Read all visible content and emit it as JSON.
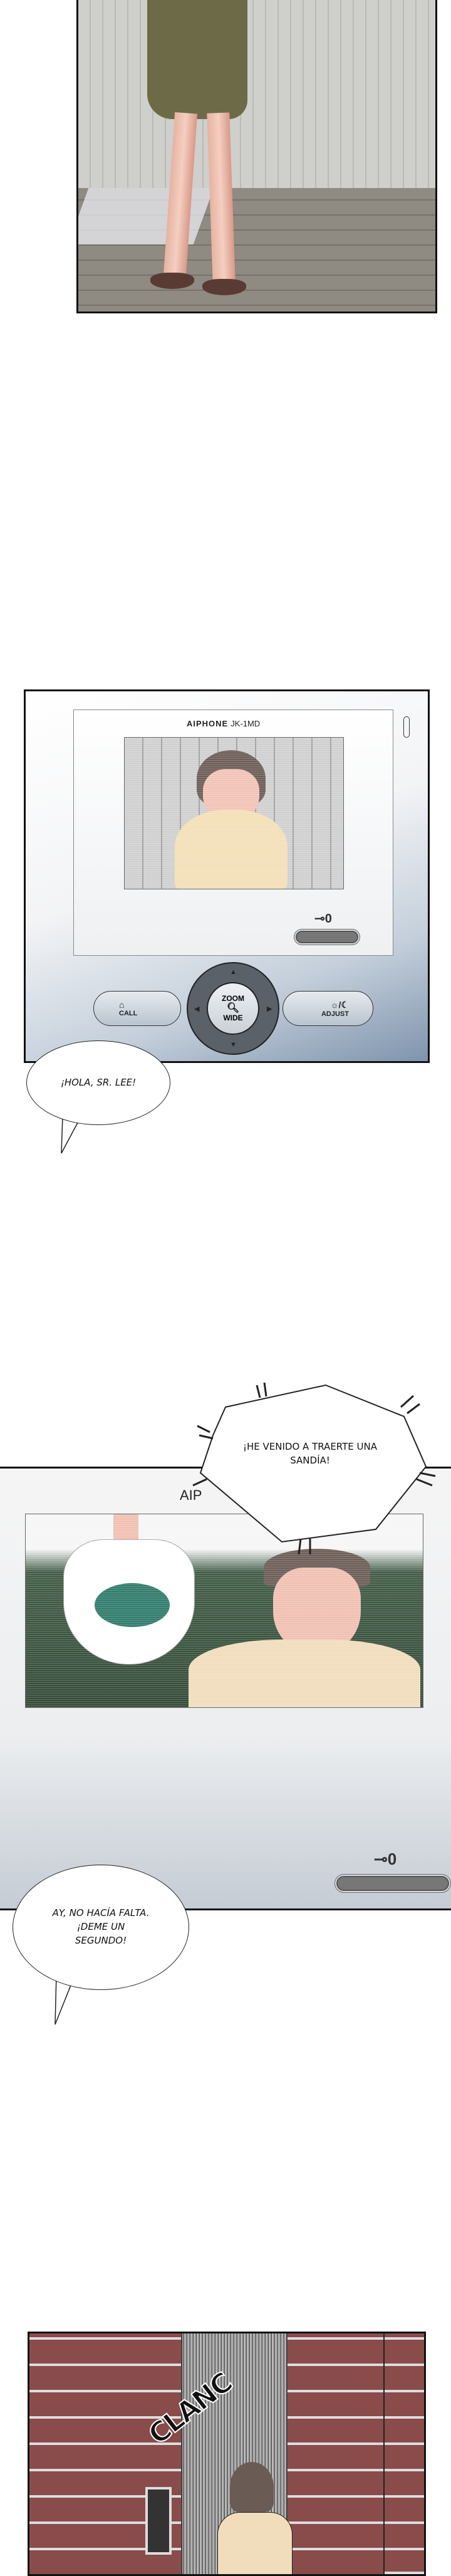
{
  "intercom": {
    "brand": "AIPHONE",
    "model": "JK-1MD",
    "call_label": "CALL",
    "zoom_label": "ZOOM",
    "wide_label": "WIDE",
    "adjust_label": "ADJUST",
    "adjust_icon_text": "☼/☾",
    "key_symbol": "⊸0",
    "brand_partial": "AIP"
  },
  "dialogue": [
    {
      "speaker": "woman",
      "text": "¡HOLA, SR. LEE!"
    },
    {
      "speaker": "man",
      "text": "¡HE VENIDO A TRAERTE UNA SANDÍA!"
    },
    {
      "speaker": "woman",
      "text": "AY, NO HACÍA FALTA. ¡DEME UN SEGUNDO!"
    }
  ],
  "sfx": {
    "door": "CLANC"
  },
  "colors": {
    "brick": "#8a4b4b",
    "shirt": "#f1dcbc",
    "dress": "#6d6a48",
    "hedge": "#3f5a44"
  }
}
